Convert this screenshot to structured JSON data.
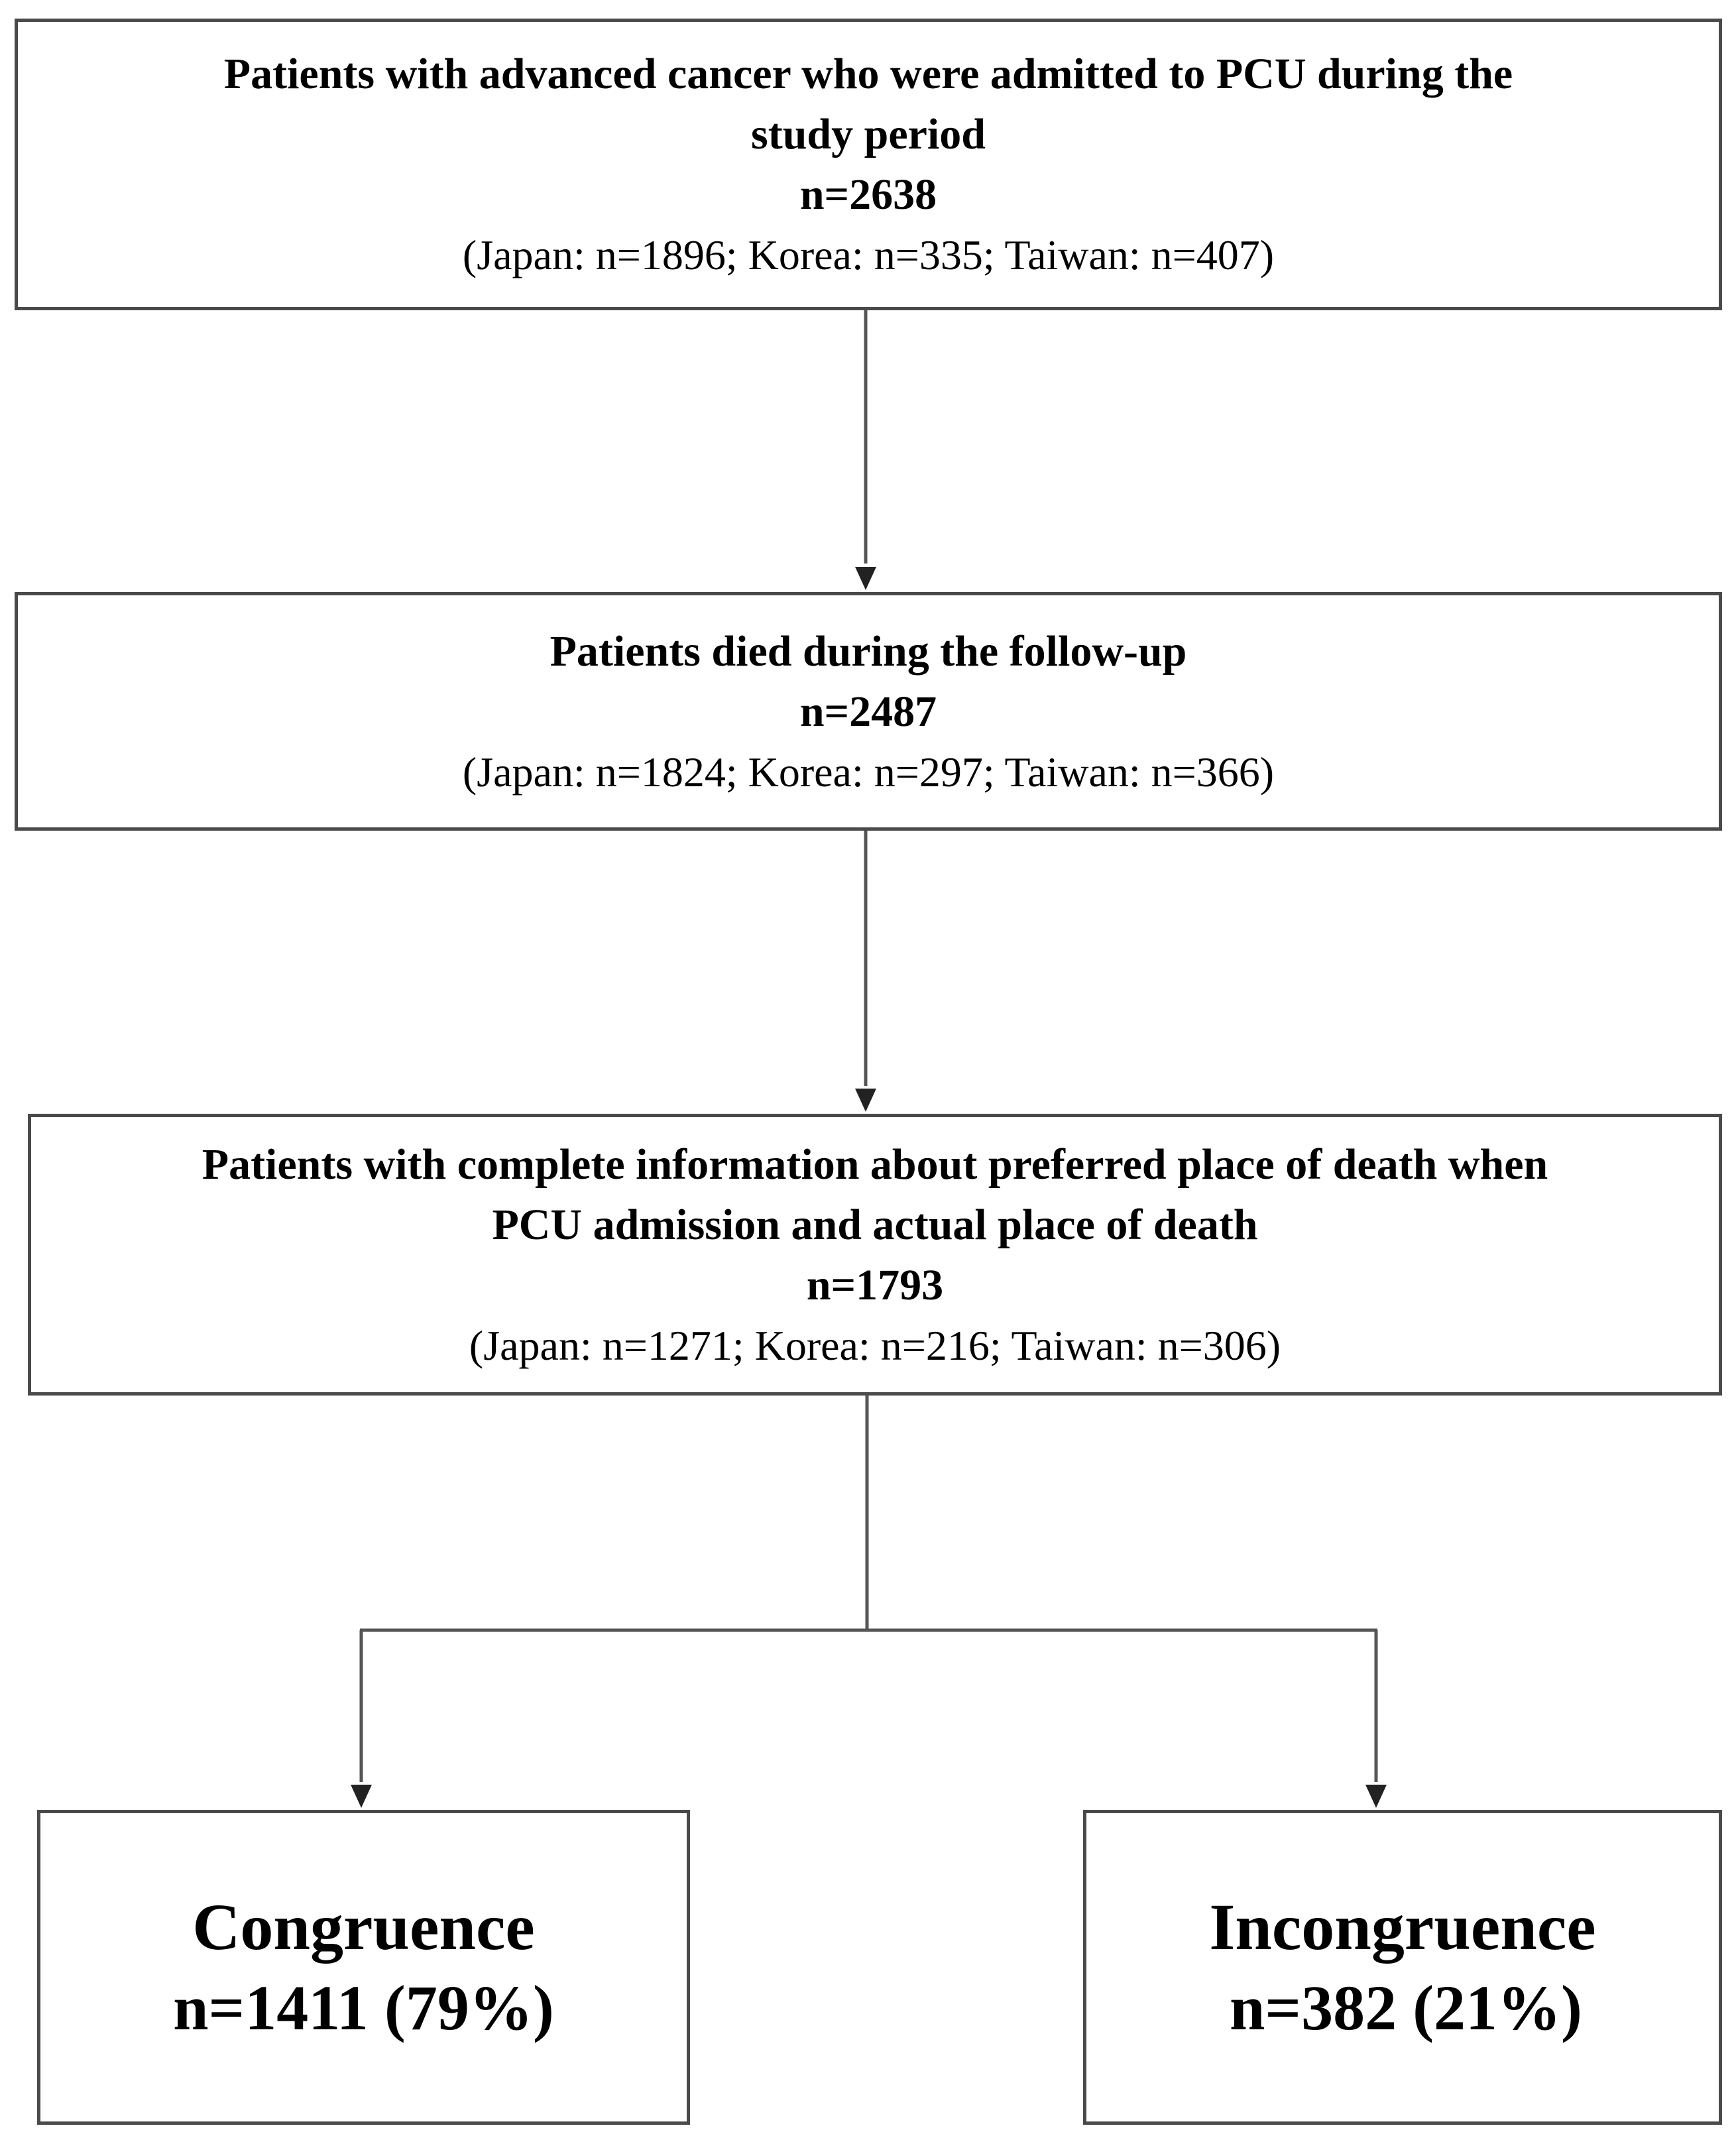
{
  "flow": {
    "box1": {
      "title_line1": "Patients with advanced cancer who were admitted to PCU during the",
      "title_line2": "study period",
      "n": "n=2638",
      "breakdown": "(Japan: n=1896; Korea: n=335; Taiwan: n=407)"
    },
    "box2": {
      "title": "Patients died during the follow-up",
      "n": "n=2487",
      "breakdown": "(Japan: n=1824; Korea: n=297; Taiwan: n=366)"
    },
    "box3": {
      "title_line1": "Patients with complete information about preferred place of death when",
      "title_line2": "PCU admission and actual place of death",
      "n": "n=1793",
      "breakdown": "(Japan: n=1271; Korea: n=216; Taiwan: n=306)"
    },
    "box4": {
      "title": "Congruence",
      "n": "n=1411 (79%)"
    },
    "box5": {
      "title": "Incongruence",
      "n": "n=382 (21%)"
    }
  },
  "colors": {
    "border": "#4a4a4a",
    "connector": "#555555",
    "text": "#000000",
    "background": "#ffffff"
  }
}
